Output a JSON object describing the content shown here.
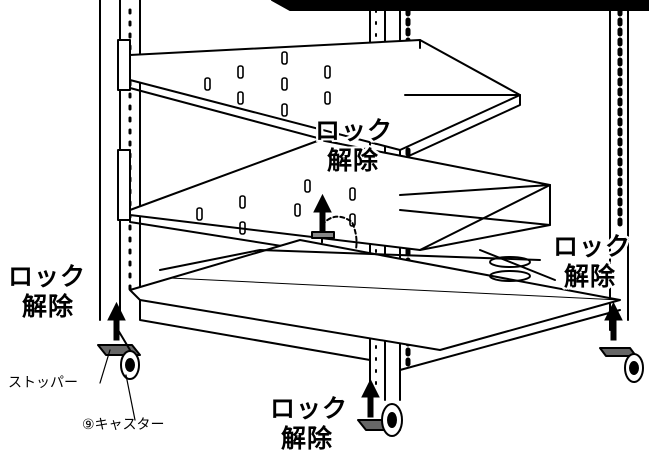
{
  "labels": {
    "lock_release_1_line1": "ロック",
    "lock_release_1_line2": "解除",
    "lock_release_2_line1": "ロック",
    "lock_release_2_line2": "解除",
    "lock_release_3_line1": "ロック",
    "lock_release_3_line2": "解除",
    "lock_release_4_line1": "ロック",
    "lock_release_4_line2": "解除",
    "stopper": "ストッパー",
    "caster": "⑨キャスター"
  }
}
